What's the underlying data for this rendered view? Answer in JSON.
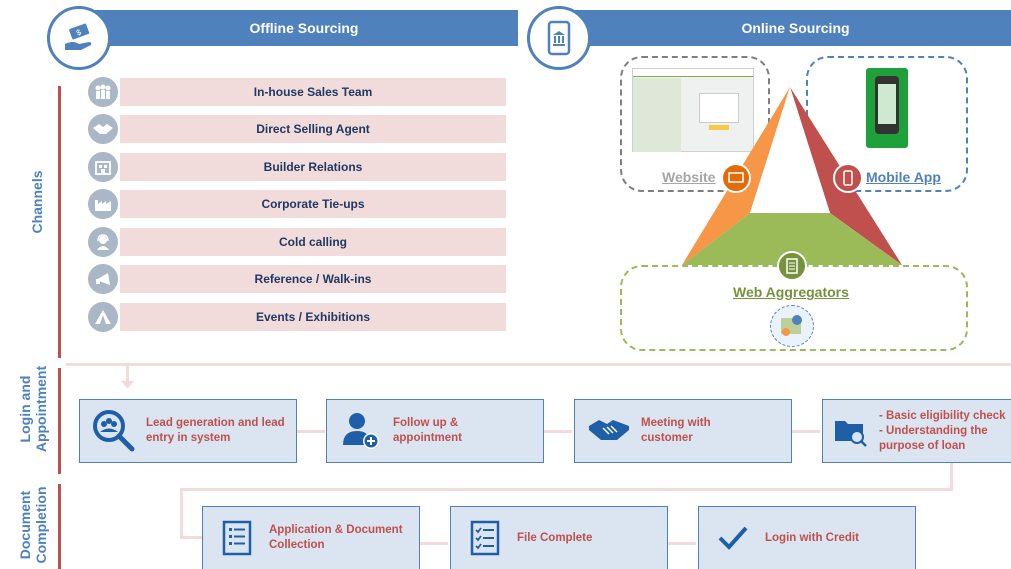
{
  "header": {
    "offline_title": "Offline Sourcing",
    "online_title": "Online Sourcing",
    "offline_icon": "hand-money-icon",
    "online_icon": "mobile-bank-icon"
  },
  "sections": {
    "channels": "Channels",
    "login_line1": "Login and",
    "login_line2": "Appointment",
    "doc_line1": "Document",
    "doc_line2": "Completion"
  },
  "channels": [
    {
      "label": "In-house Sales Team",
      "icon": "team-icon"
    },
    {
      "label": "Direct Selling Agent",
      "icon": "handshake-icon"
    },
    {
      "label": "Builder Relations",
      "icon": "building-icon"
    },
    {
      "label": "Corporate Tie-ups",
      "icon": "factory-icon"
    },
    {
      "label": "Cold calling",
      "icon": "headset-icon"
    },
    {
      "label": "Reference / Walk-ins",
      "icon": "megaphone-icon"
    },
    {
      "label": "Events / Exhibitions",
      "icon": "tent-icon"
    }
  ],
  "online": {
    "website": "Website",
    "mobile_app": "Mobile App",
    "web_aggregators": "Web Aggregators"
  },
  "login_steps": [
    {
      "label": "Lead generation and lead\nentry in system",
      "icon": "search-people-icon"
    },
    {
      "label": "Follow up &\nappointment",
      "icon": "add-user-icon"
    },
    {
      "label": "Meeting with\ncustomer",
      "icon": "handshake-icon"
    },
    {
      "label": "- Basic eligibility check\n- Understanding the\npurpose of loan",
      "icon": "folder-search-icon"
    }
  ],
  "doc_steps": [
    {
      "label": "Application & Document\nCollection",
      "icon": "checklist-icon"
    },
    {
      "label": "File Complete",
      "icon": "checklist-done-icon"
    },
    {
      "label": "Login with Credit",
      "icon": "checkmark-icon"
    }
  ],
  "colors": {
    "blue": "#4f81bd",
    "red": "#c0504d",
    "pink": "#f2dcdb",
    "light_blue": "#dbe5f1",
    "orange": "#f79646",
    "green": "#9bbb59"
  }
}
